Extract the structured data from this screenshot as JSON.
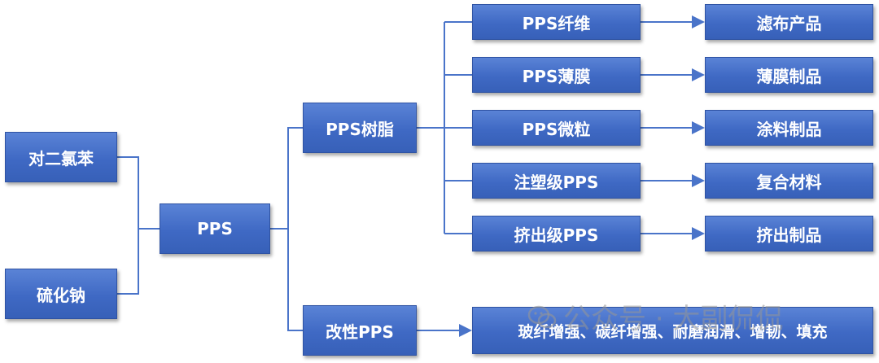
{
  "colors": {
    "box": "#4472c4",
    "line": "#4a74c9",
    "text": "#ffffff"
  },
  "raw": {
    "a": "对二氯苯",
    "b": "硫化钠"
  },
  "center": "PPS",
  "branch": {
    "resin": "PPS树脂",
    "modified": "改性PPS"
  },
  "forms": [
    "PPS纤维",
    "PPS薄膜",
    "PPS微粒",
    "注塑级PPS",
    "挤出级PPS"
  ],
  "products": [
    "滤布产品",
    "薄膜制品",
    "涂料制品",
    "复合材料",
    "挤出制品"
  ],
  "modified_result": "玻纤增强、碳纤增强、耐磨润滑、增韧、填充",
  "watermark": {
    "icon": "wechat-icon",
    "text": "公众号 · 大副侃侃"
  }
}
